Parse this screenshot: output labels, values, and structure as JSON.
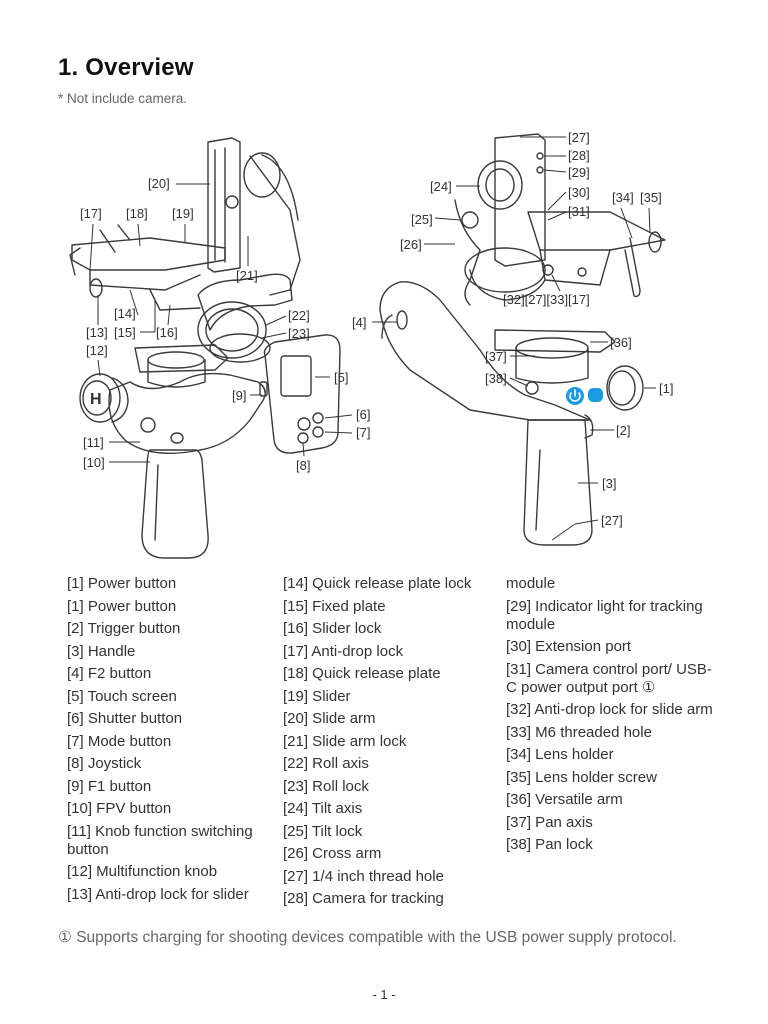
{
  "header": {
    "title": "1. Overview",
    "note": "*  Not include camera."
  },
  "callouts": {
    "left": [
      "[20]",
      "[17]",
      "[18]",
      "[19]",
      "[21]",
      "[14]",
      "[13]",
      "[15]",
      "[16]",
      "[12]",
      "[22]",
      "[23]",
      "[5]",
      "[9]",
      "[6]",
      "[7]",
      "[11]",
      "[10]",
      "[8]"
    ],
    "right": [
      "[27]",
      "[28]",
      "[29]",
      "[24]",
      "[30]",
      "[31]",
      "[25]",
      "[26]",
      "[34]",
      "[35]",
      "[32][27][33][17]",
      "[4]",
      "[36]",
      "[37]",
      "[38]",
      "[1]",
      "[2]",
      "[3]",
      "[27]"
    ]
  },
  "parts": {
    "column1": [
      "[1] Power button",
      "[1] Power button",
      "[2] Trigger button",
      "[3] Handle",
      "[4] F2 button",
      "[5] Touch screen",
      "[6] Shutter button",
      "[7] Mode button",
      "[8] Joystick",
      "[9] F1 button",
      "[10] FPV button",
      "[11] Knob function switching button",
      "[12] Multifunction knob",
      "[13] Anti-drop lock for slider"
    ],
    "column2": [
      "[14] Quick release plate lock",
      "[15] Fixed plate",
      "[16] Slider lock",
      "[17] Anti-drop lock",
      "[18] Quick release plate",
      "[19] Slider",
      "[20] Slide arm",
      "[21] Slide arm lock",
      "[22] Roll axis",
      "[23] Roll lock",
      "[24] Tilt axis",
      "[25] Tilt lock",
      "[26] Cross arm",
      "[27] 1/4 inch thread hole",
      "[28] Camera for tracking"
    ],
    "column3": [
      "module",
      "[29] Indicator light for tracking module",
      "[30] Extension port",
      "[31] Camera control port/ USB-C power output port ①",
      "[32] Anti-drop lock for slide arm",
      "[33] M6 threaded hole",
      "[34] Lens holder",
      "[35] Lens holder screw",
      "[36] Versatile arm",
      "[37] Pan axis",
      "[38] Pan lock"
    ]
  },
  "footnote": "① Supports charging for shooting devices compatible with the USB power supply protocol.",
  "page_number": "- 1 -",
  "colors": {
    "line_art": "#3a3a3a",
    "power_button": "#1a9be0",
    "text": "#333333",
    "muted": "#666666"
  },
  "icons": {
    "power": "power-icon",
    "brand_logo": "brand-logo-icon"
  }
}
